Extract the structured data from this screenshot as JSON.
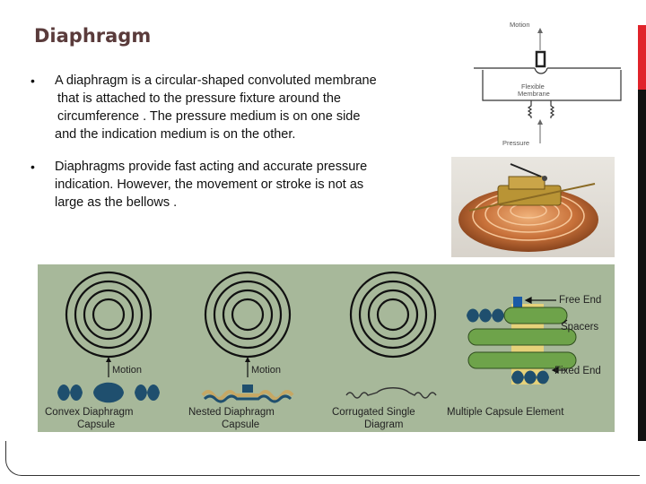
{
  "slide": {
    "title": "Diaphragm",
    "bullet_char": "•",
    "bullets": [
      {
        "lines": [
          "A diaphragm is a circular-shaped convoluted membrane",
          " that is attached to the pressure fixture around the",
          " circumference . The pressure medium is on one side",
          "and the indication medium is on the other."
        ]
      },
      {
        "lines": [
          "Diaphragms provide fast acting and accurate pressure",
          "indication. However, the movement or stroke is not as",
          "large as the bellows ."
        ]
      }
    ]
  },
  "pressure_diagram": {
    "motion_label": "Motion",
    "membrane_label_1": "Flexible",
    "membrane_label_2": "Membrane",
    "pressure_label": "Pressure"
  },
  "photo": {
    "subject": "diaphragm pressure gauge mechanism"
  },
  "capsules": {
    "motion_label": "Motion",
    "convex": [
      "Convex Diaphragm",
      "Capsule"
    ],
    "nested": [
      "Nested Diaphragm",
      "Capsule"
    ],
    "corrugated": [
      "Corrugated Single",
      "Diagram"
    ],
    "multiple": [
      "Multiple Capsule Element"
    ],
    "callouts": {
      "free_end": "Free End",
      "spacers": "Spacers",
      "fixed_end": "Fixed End"
    },
    "colors": {
      "panel_bg": "#a7b89a",
      "navy": "#1f4f6e",
      "tan": "#c6a865",
      "green": "#6ea34a",
      "blue_block": "#1a5aa6"
    }
  }
}
